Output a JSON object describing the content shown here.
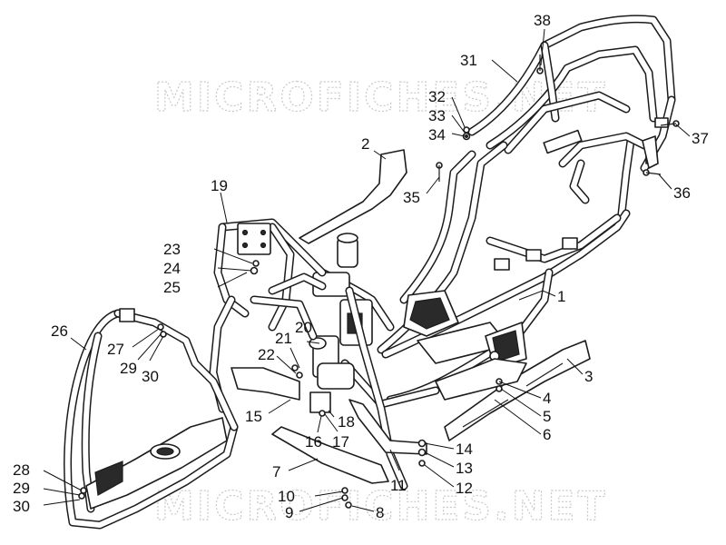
{
  "watermark": {
    "top_text": "MICROFICHES.NET",
    "bottom_text": "MICROFICHES.NET"
  },
  "callouts": [
    {
      "id": "c1",
      "label": "1"
    },
    {
      "id": "c2",
      "label": "2"
    },
    {
      "id": "c3",
      "label": "3"
    },
    {
      "id": "c4",
      "label": "4"
    },
    {
      "id": "c5",
      "label": "5"
    },
    {
      "id": "c6",
      "label": "6"
    },
    {
      "id": "c7",
      "label": "7"
    },
    {
      "id": "c8",
      "label": "8"
    },
    {
      "id": "c9",
      "label": "9"
    },
    {
      "id": "c10",
      "label": "10"
    },
    {
      "id": "c11",
      "label": "11"
    },
    {
      "id": "c12",
      "label": "12"
    },
    {
      "id": "c13",
      "label": "13"
    },
    {
      "id": "c14",
      "label": "14"
    },
    {
      "id": "c15",
      "label": "15"
    },
    {
      "id": "c16",
      "label": "16"
    },
    {
      "id": "c17",
      "label": "17"
    },
    {
      "id": "c18",
      "label": "18"
    },
    {
      "id": "c19",
      "label": "19"
    },
    {
      "id": "c20",
      "label": "20"
    },
    {
      "id": "c21",
      "label": "21"
    },
    {
      "id": "c22",
      "label": "22"
    },
    {
      "id": "c23",
      "label": "23"
    },
    {
      "id": "c24",
      "label": "24"
    },
    {
      "id": "c25",
      "label": "25"
    },
    {
      "id": "c26",
      "label": "26"
    },
    {
      "id": "c27",
      "label": "27"
    },
    {
      "id": "c29a",
      "label": "29"
    },
    {
      "id": "c30a",
      "label": "30"
    },
    {
      "id": "c28",
      "label": "28"
    },
    {
      "id": "c29b",
      "label": "29"
    },
    {
      "id": "c30b",
      "label": "30"
    },
    {
      "id": "c31",
      "label": "31"
    },
    {
      "id": "c32",
      "label": "32"
    },
    {
      "id": "c33",
      "label": "33"
    },
    {
      "id": "c34",
      "label": "34"
    },
    {
      "id": "c35",
      "label": "35"
    },
    {
      "id": "c36",
      "label": "36"
    },
    {
      "id": "c37",
      "label": "37"
    },
    {
      "id": "c38",
      "label": "38"
    }
  ]
}
